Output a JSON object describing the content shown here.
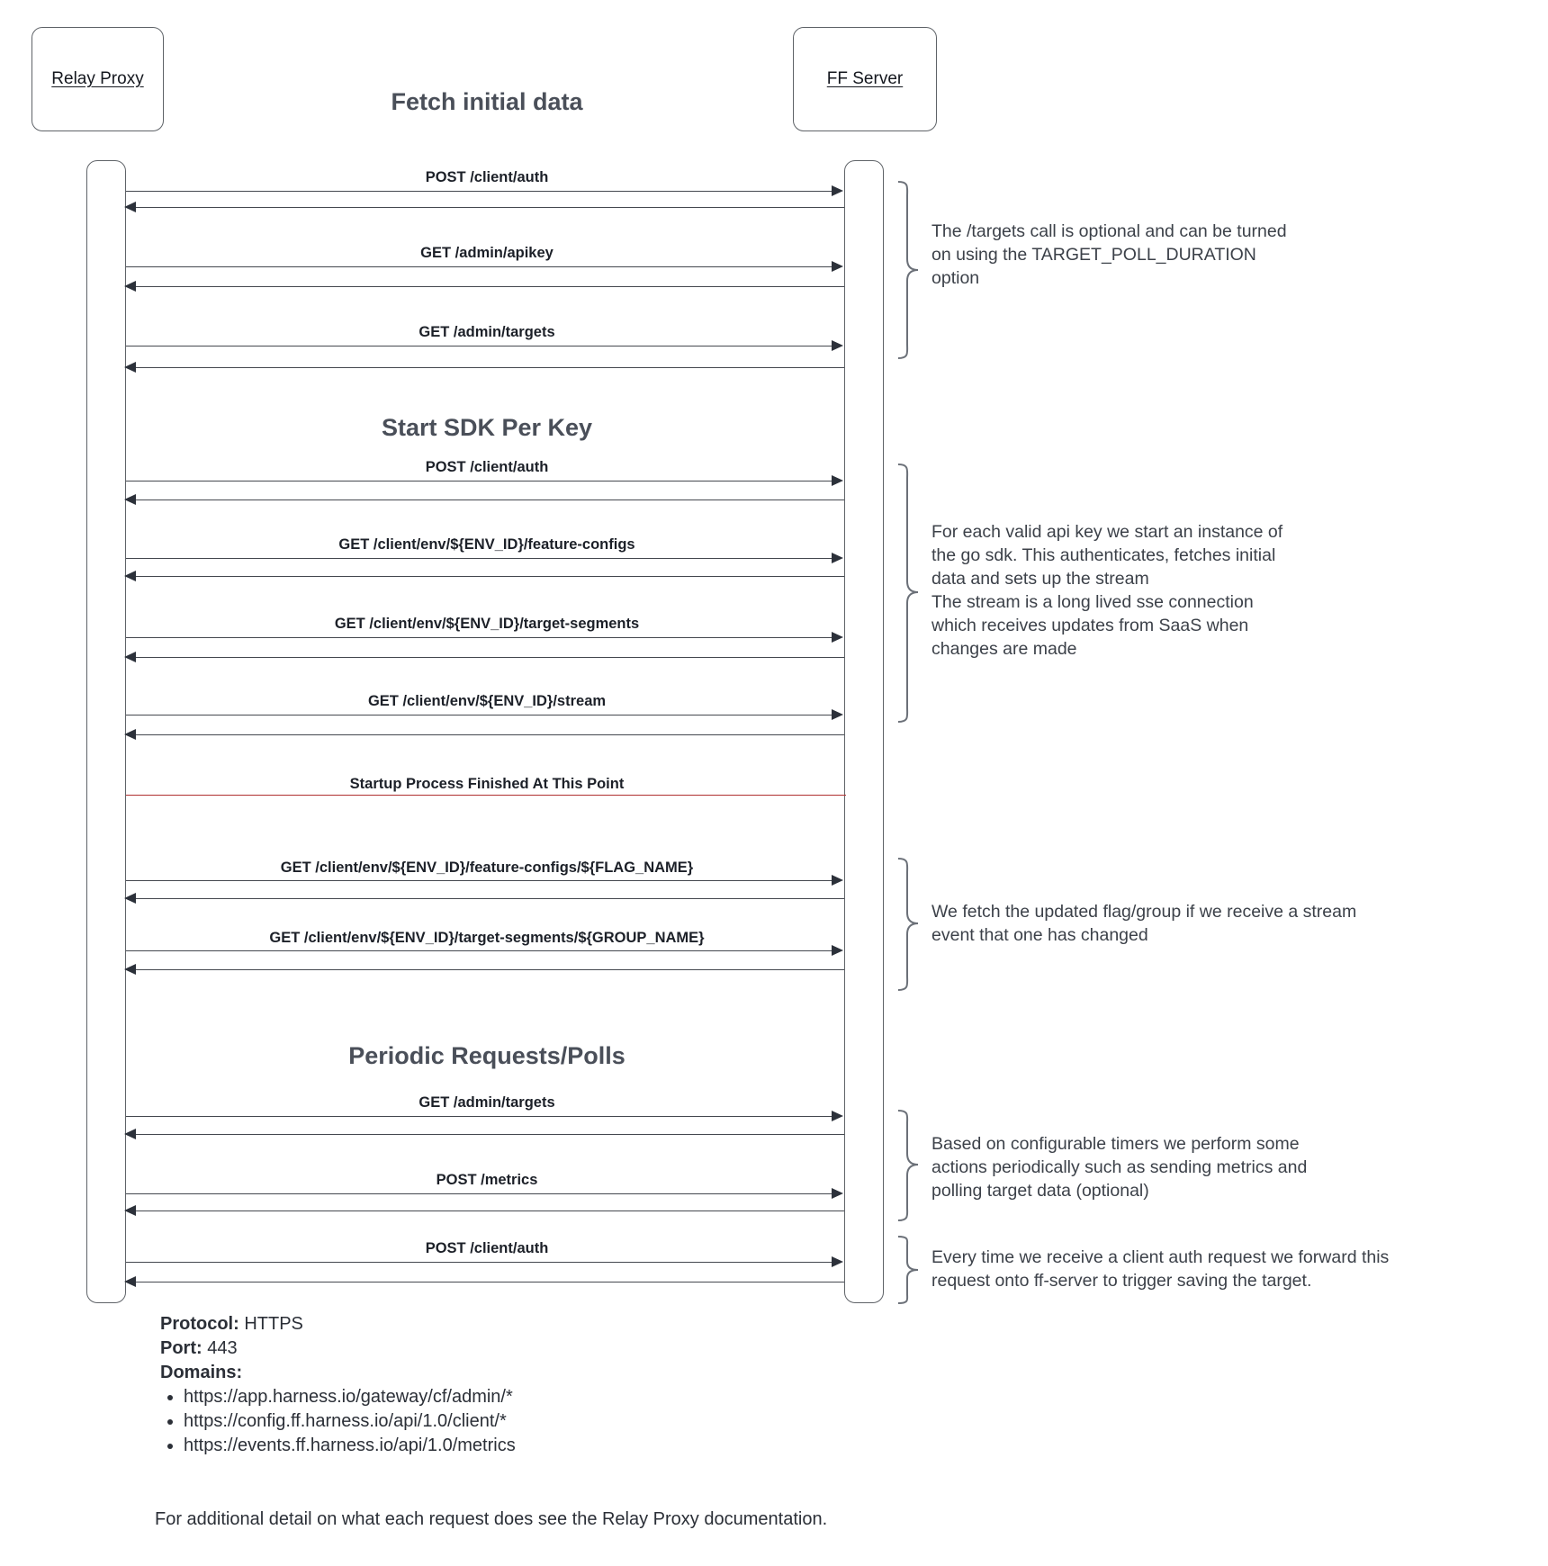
{
  "diagram": {
    "participants": [
      {
        "id": "relay-proxy",
        "label": "Relay Proxy"
      },
      {
        "id": "ff-server",
        "label": "FF Server"
      }
    ],
    "sections": [
      {
        "id": "fetch-initial-data",
        "title": "Fetch initial data"
      },
      {
        "id": "start-sdk-per-key",
        "title": "Start SDK Per Key"
      },
      {
        "id": "periodic-requests",
        "title": "Periodic Requests/Polls"
      }
    ],
    "messages": [
      {
        "id": "m1",
        "label": "POST /client/auth"
      },
      {
        "id": "m2",
        "label": "GET /admin/apikey"
      },
      {
        "id": "m3",
        "label": "GET /admin/targets"
      },
      {
        "id": "m4",
        "label": "POST /client/auth"
      },
      {
        "id": "m5",
        "label": "GET /client/env/${ENV_ID}/feature-configs"
      },
      {
        "id": "m6",
        "label": "GET /client/env/${ENV_ID}/target-segments"
      },
      {
        "id": "m7",
        "label": "GET /client/env/${ENV_ID}/stream"
      },
      {
        "id": "m8",
        "label": "GET /client/env/${ENV_ID}/feature-configs/${FLAG_NAME}"
      },
      {
        "id": "m9",
        "label": "GET /client/env/${ENV_ID}/target-segments/${GROUP_NAME}"
      },
      {
        "id": "m10",
        "label": "GET /admin/targets"
      },
      {
        "id": "m11",
        "label": "POST /metrics"
      },
      {
        "id": "m12",
        "label": "POST /client/auth"
      }
    ],
    "divider": {
      "id": "startup-finished",
      "label": "Startup Process Finished At This Point",
      "color": "#b03030"
    },
    "annotations": [
      {
        "id": "targets-optional",
        "lines": [
          "The /targets call is optional and can be turned",
          "on using the TARGET_POLL_DURATION",
          "option"
        ]
      },
      {
        "id": "sdk-instance",
        "lines": [
          "For each valid api key we start an instance of",
          "the go sdk. This authenticates, fetches initial",
          "data and sets up the stream",
          "The stream is a long lived sse connection",
          "which receives updates from SaaS when",
          "changes are made"
        ]
      },
      {
        "id": "stream-update",
        "lines": [
          "We fetch the updated flag/group if we receive a stream",
          "event that one has changed"
        ]
      },
      {
        "id": "configurable-timers",
        "lines": [
          "Based on configurable timers we perform some",
          "actions periodically such as sending metrics and",
          "polling target data (optional)"
        ]
      },
      {
        "id": "client-auth-forward",
        "lines": [
          "Every time we receive a client auth request we forward this",
          "request onto ff-server to trigger saving the target."
        ]
      }
    ],
    "footer": {
      "protocol_key": "Protocol:",
      "protocol_value": "HTTPS",
      "port_key": "Port:",
      "port_value": "443",
      "domains_key": "Domains:",
      "domains": [
        "https://app.harness.io/gateway/cf/admin/*",
        "https://config.ff.harness.io/api/1.0/client/*",
        "https://events.ff.harness.io/api/1.0/metrics"
      ],
      "note": "For additional detail on what each request does see the Relay Proxy documentation."
    }
  }
}
